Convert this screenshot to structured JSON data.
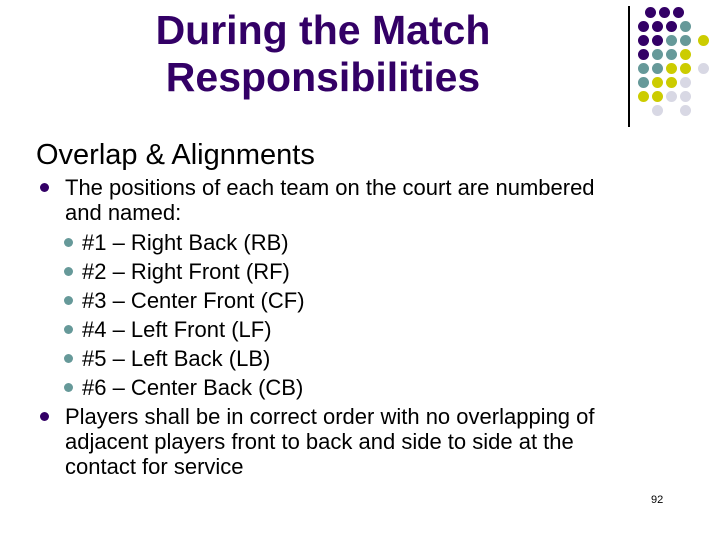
{
  "slide": {
    "title": {
      "line1": "During the Match",
      "line2": "Responsibilities"
    },
    "heading": "Overlap & Alignments",
    "bullets": [
      {
        "text": "The positions of each team on the court are numbered and named:",
        "sub_items": [
          "#1 – Right Back (RB)",
          "#2 – Right Front (RF)",
          "#3 – Center Front (CF)",
          "#4 – Left Front (LF)",
          "#5 – Left Back (LB)",
          "#6 – Center Back (CB)"
        ]
      },
      {
        "text": "Players shall be in correct order with no overlapping of adjacent players front to back and side to side at the contact for service"
      }
    ],
    "page_number": "92",
    "colors": {
      "title_text": "#330066",
      "body_text": "#000000",
      "level1_bullet": "#330066",
      "level2_bullet": "#669999",
      "divider_line": "#000000"
    },
    "decoration": {
      "palette": {
        "purple": "#330066",
        "teal": "#669999",
        "yellow": "#CCCC00",
        "lavender": "#D8D8E4"
      },
      "dot_rows": [
        {
          "indent": 7,
          "dots": [
            "purple",
            "purple",
            "purple"
          ]
        },
        {
          "indent": 0,
          "dots": [
            "purple",
            "purple",
            "purple",
            "teal"
          ]
        },
        {
          "indent": 0,
          "dots": [
            "purple",
            "purple",
            "teal",
            "teal",
            "yellow-wide"
          ]
        },
        {
          "indent": 0,
          "dots": [
            "purple",
            "teal",
            "teal",
            "yellow"
          ]
        },
        {
          "indent": 0,
          "dots": [
            "teal",
            "teal",
            "yellow",
            "yellow",
            "lavender-wide"
          ]
        },
        {
          "indent": 0,
          "dots": [
            "teal",
            "yellow",
            "yellow",
            "lavender"
          ]
        },
        {
          "indent": 0,
          "dots": [
            "yellow",
            "yellow",
            "lavender",
            "lavender"
          ]
        },
        {
          "indent": 0,
          "dots": [
            "spacer",
            "lavender",
            "spacer",
            "lavender"
          ]
        }
      ]
    }
  }
}
